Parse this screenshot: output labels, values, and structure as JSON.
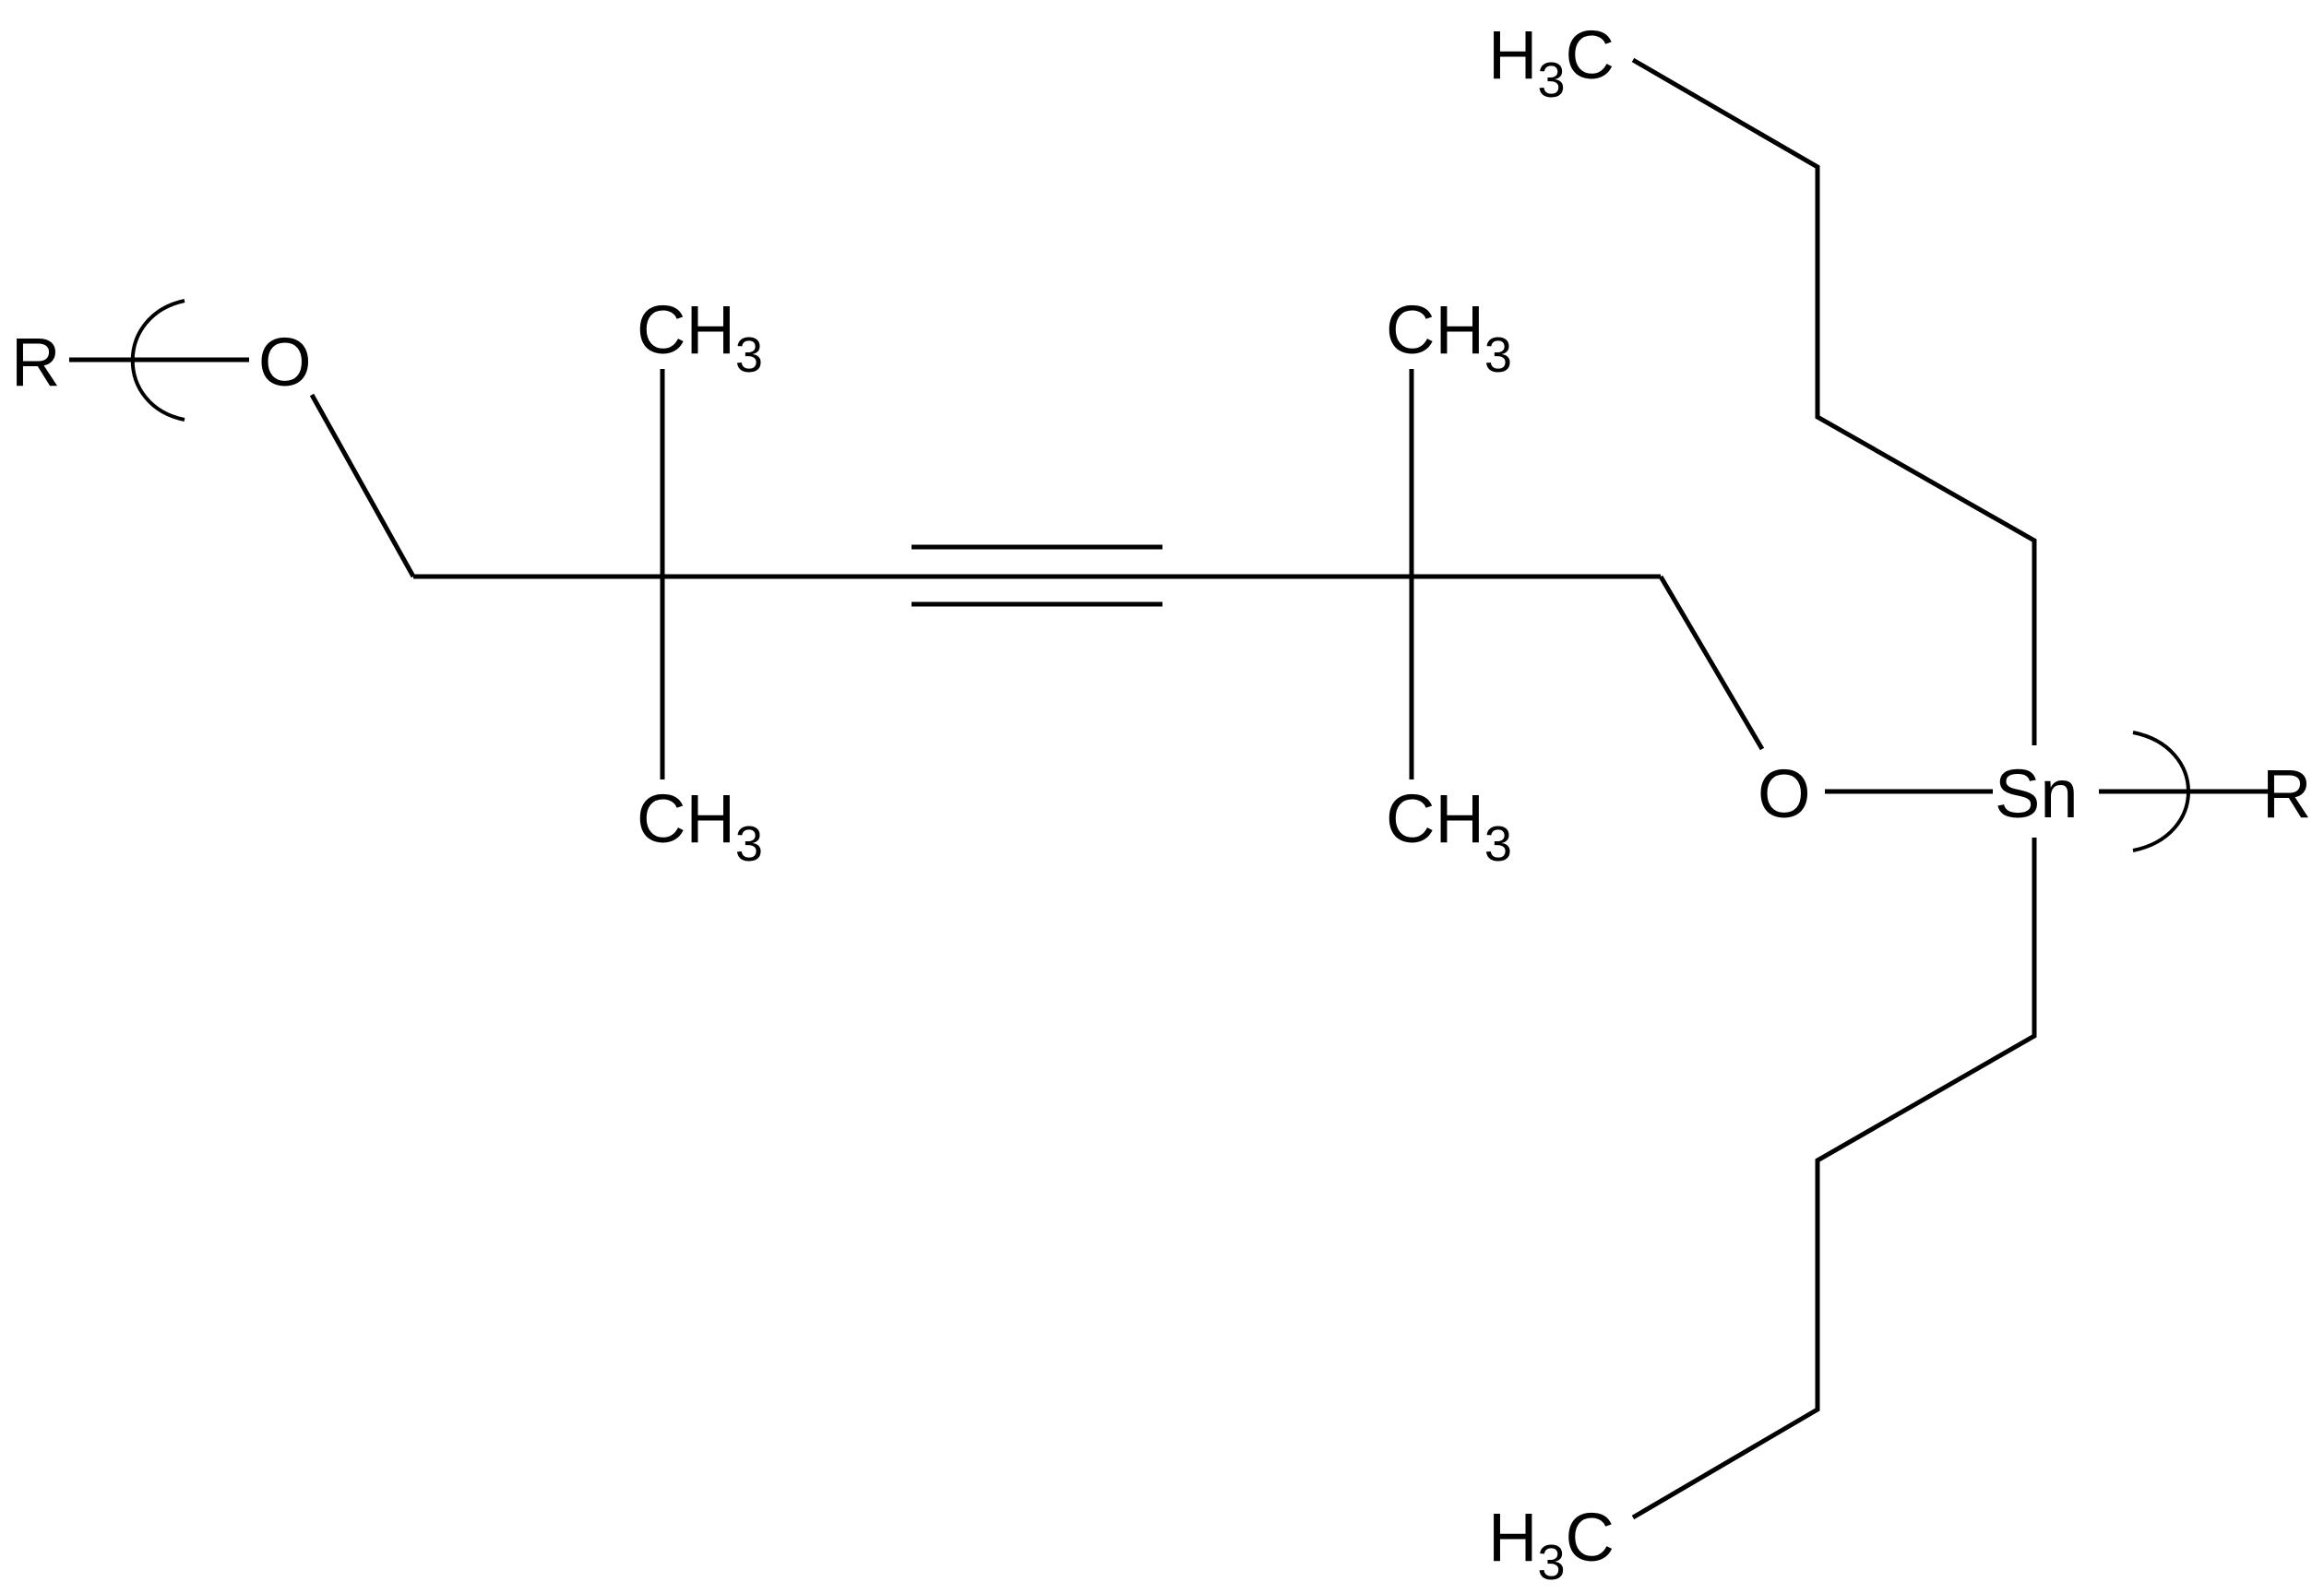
{
  "labels": {
    "r_left": "R",
    "o_left": "O",
    "ch3_top_left": {
      "main": "CH",
      "sub": "3"
    },
    "ch3_bottom_left": {
      "main": "CH",
      "sub": "3"
    },
    "ch3_top_right": {
      "main": "CH",
      "sub": "3"
    },
    "ch3_bottom_right": {
      "main": "CH",
      "sub": "3"
    },
    "o_right": "O",
    "sn": "Sn",
    "r_right": "R",
    "h3c_top": {
      "h": "H",
      "sub": "3",
      "c": "C"
    },
    "h3c_bottom": {
      "h": "H",
      "sub": "3",
      "c": "C"
    }
  }
}
